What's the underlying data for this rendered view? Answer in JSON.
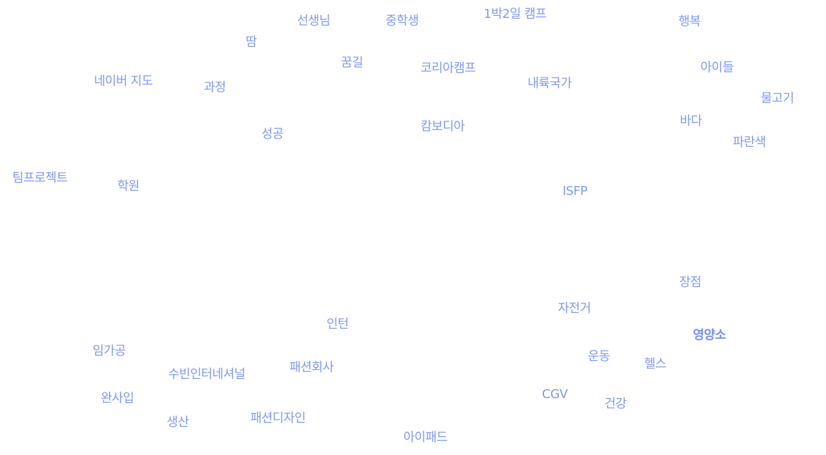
{
  "words": [
    "선생님",
    "중학생",
    "1박2일 캠프",
    "행복",
    "땀",
    "꿈길",
    "코리아캠프",
    "네이버 지도",
    "과정",
    "내륙국가",
    "아이들",
    "물고기",
    "바다",
    "캄보디아",
    "성공",
    "파란색",
    "팀프로젝트",
    "학원",
    "ISFP",
    "장점",
    "자전거",
    "영양소",
    "인턴",
    "임가공",
    "운동",
    "헬스",
    "패션회사",
    "수빈인터네셔널",
    "완사입",
    "CGV",
    "건강",
    "생산",
    "패션디자인",
    "아이패드"
  ],
  "emphasized": "영양소",
  "color": "#7f98f7"
}
